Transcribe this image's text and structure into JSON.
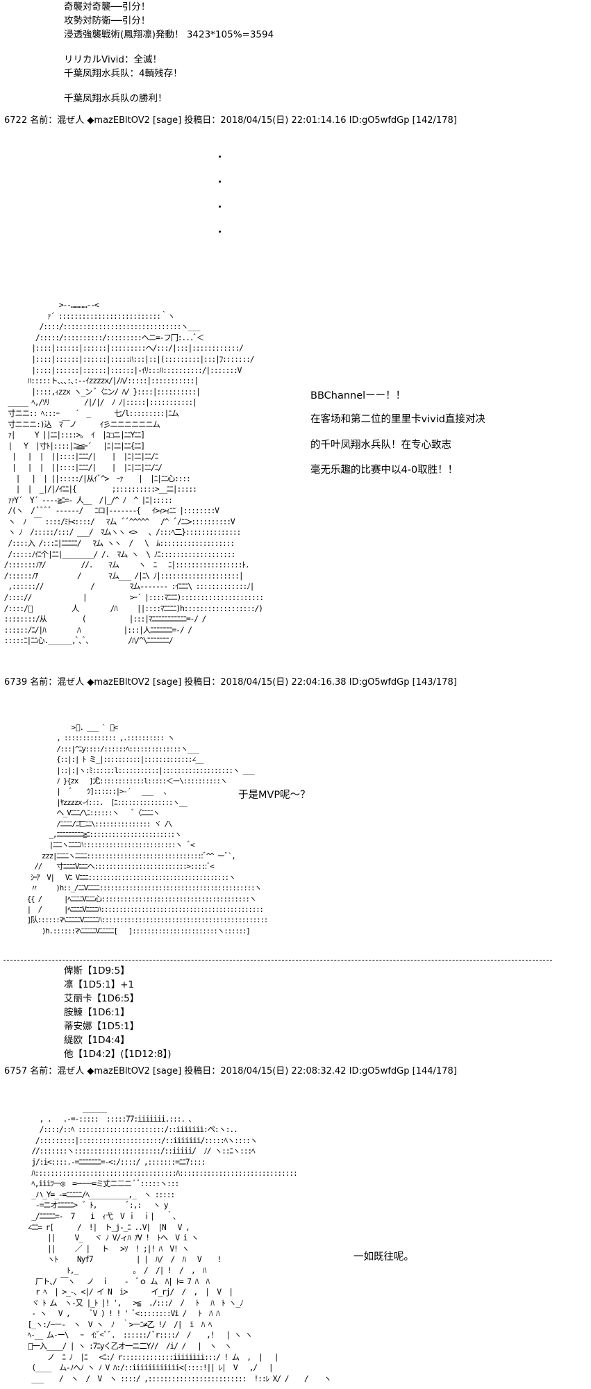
{
  "top_lines": [
    "奇襲対奇襲──引分！",
    "攻勢対防衛──引分！",
    "浸透強襲戦術(鳳翔凛)発動！ 3423*105%=3594",
    "",
    "リリカルVivid：全滅！",
    "千葉凤翔水兵队：4輌残存！",
    "",
    "千葉凤翔水兵队の勝利！"
  ],
  "posts": [
    {
      "number": "6722",
      "name_label": "名前：",
      "name": "混ぜ人",
      "trip": "◆mazEBltOV2",
      "sage": "[sage]",
      "date_label": "投稿日：",
      "date": "2018/04/15(日) 22:01:14.16",
      "id": "ID:gO5wfdGp",
      "count": "[142/178]"
    },
    {
      "number": "6739",
      "name_label": "名前：",
      "name": "混ぜ人",
      "trip": "◆mazEBltOV2",
      "sage": "[sage]",
      "date_label": "投稿日：",
      "date": "2018/04/15(日) 22:04:16.38",
      "id": "ID:gO5wfdGp",
      "count": "[143/178]"
    },
    {
      "number": "6757",
      "name_label": "名前：",
      "name": "混ぜ人",
      "trip": "◆mazEBltOV2",
      "sage": "[sage]",
      "date_label": "投稿日：",
      "date": "2018/04/15(日) 22:08:32.42",
      "id": "ID:gO5wfdGp",
      "count": "[144/178]"
    }
  ],
  "comment1": [
    "BBChannelーー！！",
    "在客场和第二位的里里卡vivid直接对决",
    "的千叶凤翔水兵队！在专心致志",
    "毫无乐趣的比赛中以4-0取胜！！"
  ],
  "comment2": "于是MVP呢～？",
  "dice_rolls": [
    "俾斯【1D9:5】",
    "凛【1D5:1】+1",
    "艾丽卡【1D6:5】",
    "胺鰊【1D6:1】",
    "蒂安娜【1D5:1】",
    "緹欧【1D4:4】",
    "他【1D4:2】(【1D12:8】)"
  ],
  "comment3": "一如既往呢。",
  "aa1": [
    "               >-‐…………‐-<",
    "            ｧ´ ::::::::::::::::::::::::::｀ヽ",
    "          /::::/::::::::::::::::::::::::::::::ヽ___",
    "         /:::::/::::::::::/:::::::::ヘニ=-フ冂:...ﾞ＜",
    "        |::::|::::::|::::::|:::::::::ヘ/:::/|:::|::::::::::::/",
    "        |::::|::::::|::::::|:::::ﾊ:::|::|(:::::::::|:::|ﾌ:::::::/",
    "        |::::|::::::|::::::|::::::|‐ｲﾘ:::ﾊ::::::::::/|:::::::V",
    "       ﾊ:::::ト､､､:､:‐‐ｲzzzzx/|/ﾊ/:::::|:::::::::::|",
    "        |::::,ｨzzx ヽ_ン ﾞ〈ﾆン/ ﾊ/ }::::|::::::::::|",
    "  _____ ﾍ,/ｿﾘ         /|/|/  ﾉ ﾉ|:::::|:::::::::::|",
    "  寸ニニ:: ﾍ:::ｰ    ´  _      七/l:::::::::|ﾆム",
    "  寸ニニニ:)込  ﾏ￣ノ      ｲ彡ニニニニニニム",
    "  ｧ|     Y ||ﾆﾆ|::::>｡  ｲ  |ﾆ□ニ|ﾆﾆYﾆﾆ]",
    "  |   Y  |寸ﾄ|::::|ﾆ≧≦ｰ´   |ﾆ|ﾆﾆ|ﾆﾆ{ﾆﾆ]",
    "   |   |  |  ||::::|ﾆﾆﾆ/|    |  |ﾆ|ﾆﾆ|ﾆﾆ/ﾆ",
    "   |   |  |  ||::::|ﾆﾆﾆ/|    |  |ﾆ|ﾆﾆ|ﾆﾆ/ﾆ/",
    "    |   |  | ||:::::/|从ｲﾞ^>  ｰｧ    |  |ﾆ|ﾆﾆ心::::",
    "    |  |  _|/|/ｲﾆﾆ|{         ;::::::::::>__ﾆﾆ|:::::",
    "  ｧｧY´  Y´ ‐‐‐‐≧ﾆ=- 人__  /|_/^ ﾉ  ^ |ﾆ|:::::",
    "  /(ヽ  / ﾞﾞﾞﾞ ‐‐‐‐‐‐/   ﾆロ|‐‐‐‐‐‐‐{   ｲ>ｨ>ｨﾆﾆ |::::::::V",
    "  ヽ  ﾉ  ￣ ::::/ﾐﾄ<::::/   ﾏム  ﾞﾞ^^^^^   /^  ﾞ/ﾆﾆ>::::::::::V",
    "  ヽ ﾉ  /:::::/:::/ ___/  ﾏムヽヽ <>   ､ /:::ﾍ二}::::::::::::::",
    "  /::::入 /:::ﾆ|ﾆﾆﾆﾆﾆ/   ﾏム ヽヽ  /   \\  ﾑ:::::::::::::::::::",
    "  /:::::ﾉｲﾆ个|ﾆﾆ|________/ /.  ﾏム ヽ  \\ ﾉﾆ:::::::::::::::::::",
    " /:::::::ﾉｱ/         //.    ﾏム     ヽ  ﾆ   ﾆ|:::::::::::::::::ﾄ.",
    " /::::::ﾉｱ          /       ﾏム___ /|ﾆ\\ ﾉ|::::::::::::::::::::|",
    "  ,:::::://            /         ﾏム‐‐‐‐‐‐‐ :ｲﾆﾆﾆ\\ :::::::::::::ﾉ|",
    " /:::://             |           >ｰ´ |::::ﾏﾆﾆﾆ):::::::::::::::::::::",
    " /::::/ﾟ          人        /ﾊ     ||::::ﾏﾆﾆﾆﾆ)h::::::::::::::::::/)",
    " ::::::::/从         (           |:::|ﾏﾆﾆﾆﾆﾆﾆﾆﾆﾆﾆﾆ=-/ /",
    " ::::::/ﾆ/|ﾊ        ﾊ           |:::|人ﾆﾆﾆﾆﾆﾆﾆ=-/ /",
    " :::::ﾆ|ﾆﾆ心.______,ﾞ､ﾞ､          /ﾊ/^\\ﾆﾆﾆﾆﾆﾆﾆ/"
  ],
  "aa2": [
    "              >ﾞ. ___ ` ﾞ<",
    "          , :::::::::::::: ,.:::::::::: ヽ",
    "          /:::|^ﾆy::::/::::::ﾍ::::::::::::::ヽ___",
    "          {::|:| ﾄ ミ_|::::::::::|:::::::::::::∠__",
    "          |::|:|ヽ:ﾐ::::::l:::::::::::|:::::::::::::::::::ヽ ___",
    "          ﾉ }{zx   ]尤::::::::::::l:::::＜ー\\::::::::::ヽ",
    "          |   ﾞ    ﾂ]::::::|>-´   ___   ､",
    "          |ﾔzzzzx‐ｲ:::.  [ﾆ:::::::::::::::ヽ__",
    "          ヘ_Vﾆﾆﾆ/\\ﾆ::::::ヽ    ﾞ〈ﾆﾆﾆﾆヽ",
    "          /ﾆﾆﾆﾆ/ﾆ匸ﾆﾆ\\::::::::::::::: ヾ /\\",
    "        _,ﾆﾆﾆﾆﾆﾆﾆﾆﾆ≧ﾆ:::::::::::::::::::::::ヽ",
    "        |ﾆﾆﾆヽﾆﾆﾆﾆﾊ:::::::::::::::::::::::::ヽ  ﾞ<",
    "      zzz|ﾆﾆﾆﾆヽﾆﾆﾆﾆ::::::::::::::::::::::::::::::::ﾞ^^ ーﾞ`,",
    "    //    寸ﾆﾆﾆﾆVﾆﾆﾆヘ:::::::::::::::::::::::::>:::::ﾞ<",
    "   ｼｰｱ  V|   Vﾆ Vﾆﾆﾆ::::::::::::::::::::::::::::::::::::::ヽ",
    "   〃     )h::_/ﾆﾆVﾆﾆﾆﾆ::::::::::::::::::::::::::::::::::::::::::ヽ",
    "  {{ /      |ﾍﾆﾆﾆﾆVﾆﾆﾆ心::::::::::::::::::::::::::::::::::::::::ヽ",
    "  |  /      |ﾍﾆﾆﾆﾆVﾆﾆﾆﾆﾊ::::::::::::::::::::::::::::::::::::::::::::",
    "  ]队::::::ﾏﾍﾆﾆﾆﾆﾆVﾆﾆﾆﾆﾆﾊ:::::::::::::::::::::::::::::::::::::::::::::",
    "      )h.::::::ﾏﾍﾆﾆﾆﾆﾆVﾆﾆﾆﾆﾆ[   ]:::::::::::::::::::::::ヽ::::::]"
  ],
  "aa3": [
    "                     ______",
    "          , .   .-=-:::::  :::::77:iiiiiii.:::. ､",
    "          /::::/::ﾍ ::::::::::::::::::::::/::iiiiiii:ペ:ヽ:..",
    "         /:::::::::|:::::::::::::::::::::/::iiiiiii/:::::ﾍヽ::::ヽ",
    "        //:::::::ヽ::::::::::::::::::::::/::iiiii/  ﾉ/ ヽ::ﾆヽ:::ﾍ",
    "        j/:i<::::.-=ﾆﾆﾆﾆﾆﾆﾆ=-<:/::::/ ,:::::::=ﾆﾆ7::::",
    "        ﾊ::::::::::::::::::::::::::::::::::::ﾊ::::::::::::::::::::::::::::::",
    "        ﾍ,iiiﾂー◎  =−───=ミ丈ニ二ニ´ ﾞ:::::ヽ:::",
    "        _ハ_Y=_-=ﾆﾆﾆﾆﾆ/ﾍ__________,_  ヽ :::::",
    "         -=ニオﾆﾆﾆﾆﾆ>  ﾞ ﾄ,        ﾞ:,:   ヽ y",
    "        _/ﾆﾆﾆﾆﾆ=-  7    i  ｨ弋  V ｉ  ｉ|   ｀、",
    "       ∠ﾆﾆ= r[      /  !|  ト_j-_ﾆ ..V|  |N   V ,",
    "            ||     V_   ヾ ﾉ V/ィﾊ ｱV !  ﾄヘ  V i ヽ",
    "            ||     ／ |   ト   >ｿ  ! ;|! ﾊ  V! ヽ",
    "            ヽﾄ     Nyf7           | |  ﾊ/  /  ﾊ   V    !",
    "                 ﾄ,_              。 /  /| !  /  ,  ﾊ",
    "         厂ト､/ ￣ヽ   ノ  ｉ    ‐  ﾞｏ ム  ﾊ| ﾄ= 7 ﾊ  ﾊ",
    "         r ﾍ  | >_-､ <|/ イ N  i>      イ_rj/  /  ,  |  V  |",
    "        ヾ ﾄ ム  ヽ‐又 |_ﾄ |! ',   >≦  ./:::/  /   ﾄ   ﾊ  ﾄ ヽ_ﾉ",
    "        - ヽ   V ,     ﾞV ) ! ! ' ﾞ<::::::::Vi /   ﾄ  ﾊ ﾊ",
    "       [_ヽ:/~ー-  ヽ  V ヽ  ﾉ  ｀>ーﾆ≠乙 !/  /|  i  ﾊ ﾍ",
    "       ﾍ‐__ ム‐ー\\   ｰ  ｲ:ﾞ<ﾞﾞ.  ::::::/ ﾞr::::/  /    ,!   | ヽ ヽ",
    "       ﾞ一入____/ | ヽ :7ﾆyく乙オ一ニ二Y//  /i/ /   |  ヽ  ヽ",
    "            ノ  ﾆ ﾉ  |ﾆ   <ﾆ:/ r:::::::::::::iiiiiiii:::/ ! ム  ,  |   |",
    "        (____  ム‐ﾉへﾉ ヽ ﾉ V ﾊ:/::iiiiiiiiiiii<(::::!|| ﾚ|  V   ,/   |",
    "        ___    /  ヽ  /  V  ヽ ::::/ ,:::::::::::::::::::::::::  !::ﾚ X/ /    /    ヽ"
  ]
}
